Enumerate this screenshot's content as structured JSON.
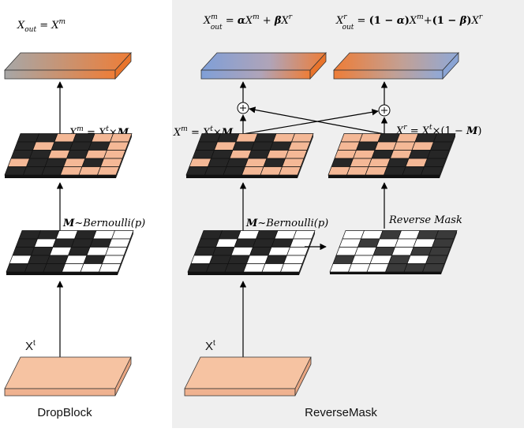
{
  "colors": {
    "panel_bg": "#efefef",
    "peach": "#f4b896",
    "dark": "#262626",
    "orange": "#ee7d37",
    "blue": "#8fa9d8",
    "gray_top": "#a7a7a7"
  },
  "dropblock": {
    "caption": "DropBlock",
    "output_formula": "X_out = X^m",
    "masked_formula": "X^m = X^t × M",
    "mask_formula": "M ~ Bernoulli(p)",
    "input_label": "X^t"
  },
  "reversemask": {
    "caption": "ReverseMask",
    "output_left_formula": "X^m_out = αX^m + βX^r",
    "output_right_formula": "X^r_out = (1 − α)X^m + (1 − β)X^r",
    "masked_left_formula": "X^m = X^t × M",
    "masked_right_formula": "X^r = X^t × (1 − M)",
    "mask_formula": "M ~ Bernoulli(p)",
    "reverse_mask_label": "Reverse Mask",
    "input_label": "X^t"
  },
  "grids": {
    "dropblock_mask": [
      [
        1,
        1,
        0,
        1,
        0,
        0
      ],
      [
        1,
        0,
        1,
        1,
        1,
        0
      ],
      [
        1,
        1,
        0,
        1,
        0,
        0
      ],
      [
        0,
        1,
        1,
        0,
        1,
        0
      ],
      [
        1,
        1,
        1,
        0,
        0,
        0
      ]
    ],
    "dropblock_masked": [
      [
        1,
        1,
        0,
        1,
        0,
        0
      ],
      [
        1,
        0,
        1,
        1,
        1,
        0
      ],
      [
        1,
        1,
        0,
        1,
        0,
        0
      ],
      [
        0,
        1,
        1,
        0,
        1,
        0
      ],
      [
        1,
        1,
        1,
        0,
        0,
        0
      ]
    ],
    "reverse_mask_src": [
      [
        1,
        1,
        0,
        1,
        0,
        0
      ],
      [
        1,
        0,
        1,
        1,
        1,
        0
      ],
      [
        1,
        1,
        0,
        1,
        0,
        0
      ],
      [
        0,
        1,
        1,
        0,
        1,
        0
      ],
      [
        1,
        1,
        1,
        0,
        0,
        0
      ]
    ]
  }
}
